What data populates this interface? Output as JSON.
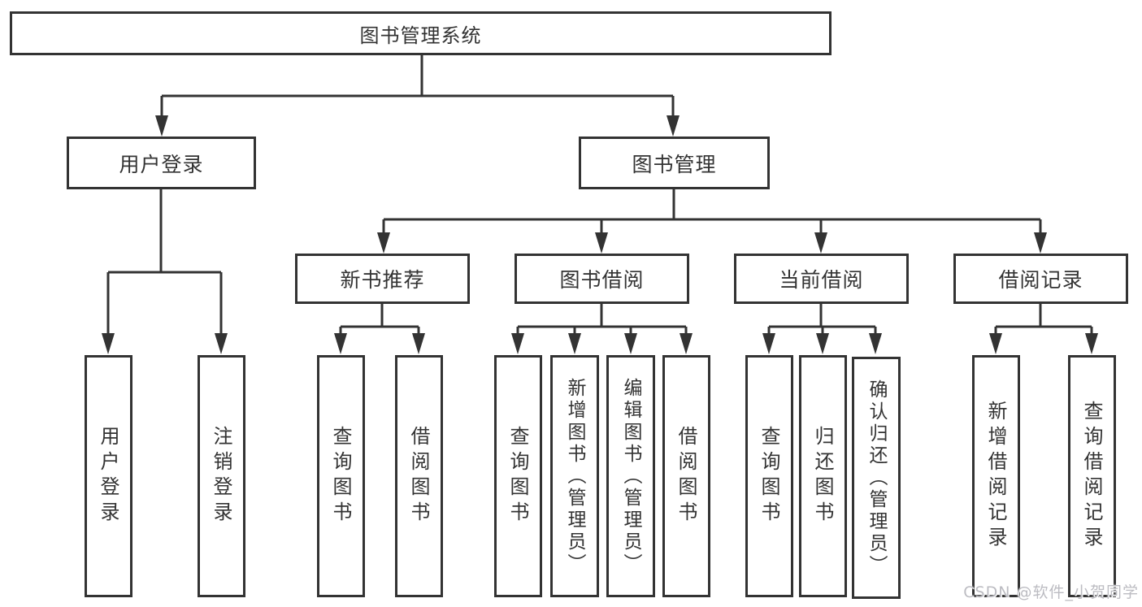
{
  "diagram": {
    "root": {
      "label": "图书管理系统"
    },
    "user_login": {
      "label": "用户登录",
      "children": [
        {
          "label": "用户登录"
        },
        {
          "label": "注销登录"
        }
      ]
    },
    "book_mgmt": {
      "label": "图书管理",
      "sections": [
        {
          "label": "新书推荐",
          "children": [
            {
              "label": "查询图书"
            },
            {
              "label": "借阅图书"
            }
          ]
        },
        {
          "label": "图书借阅",
          "children": [
            {
              "label": "查询图书"
            },
            {
              "label": "新增图书（管理员）"
            },
            {
              "label": "编辑图书（管理员）"
            },
            {
              "label": "借阅图书"
            }
          ]
        },
        {
          "label": "当前借阅",
          "children": [
            {
              "label": "查询图书"
            },
            {
              "label": "归还图书"
            },
            {
              "label": "确认归还（管理员）"
            }
          ]
        },
        {
          "label": "借阅记录",
          "children": [
            {
              "label": "新增借阅记录"
            },
            {
              "label": "查询借阅记录"
            }
          ]
        }
      ]
    }
  },
  "watermark": {
    "text": "CSDN @软件_小贺同学"
  },
  "colors": {
    "line": "#333333",
    "border": "#333333",
    "fill": "#ffffff",
    "text": "#333333",
    "watermark": "#bcbcc2"
  }
}
